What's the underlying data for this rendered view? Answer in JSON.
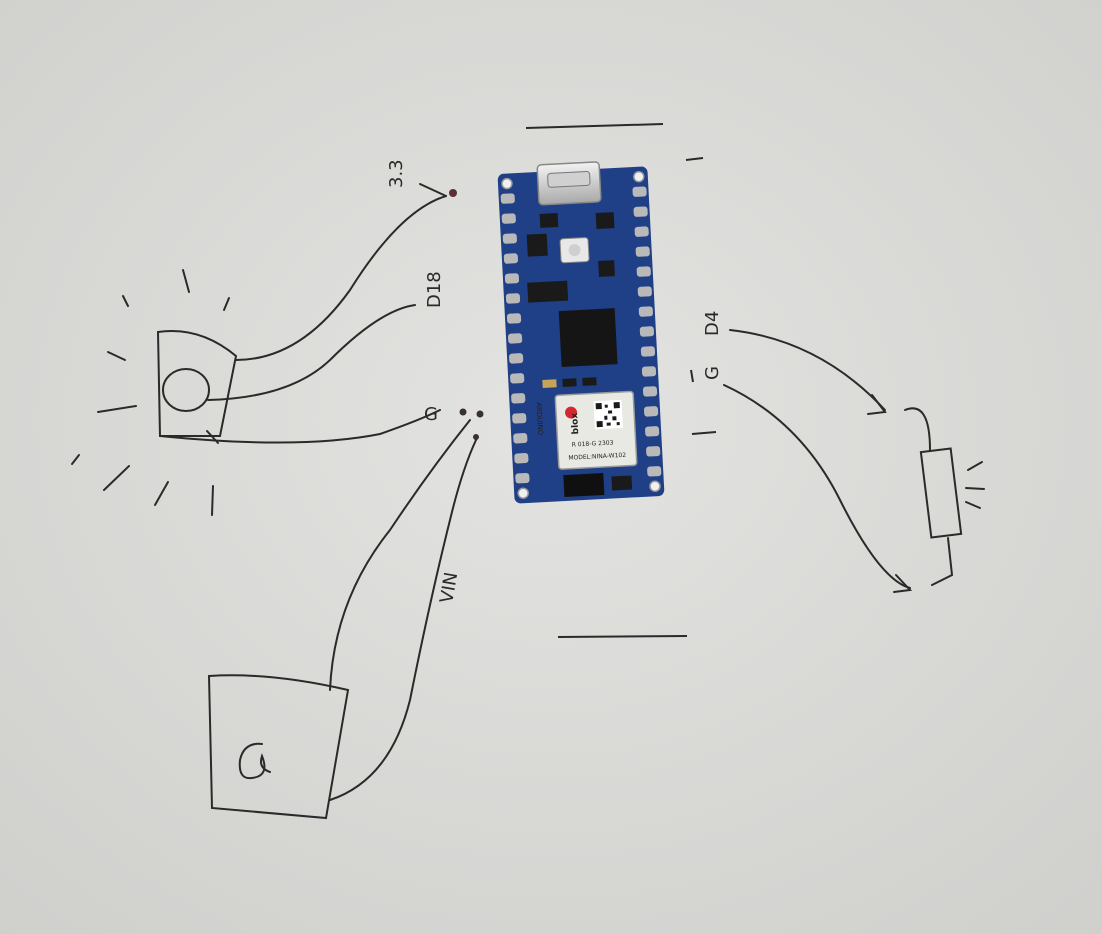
{
  "sketch": {
    "labels": {
      "v33": "3.3",
      "d18": "D18",
      "d4": "D4",
      "g_left": "G",
      "g_right": "G",
      "vin": "VIN"
    }
  },
  "board": {
    "brand": "ARDUINO",
    "module": {
      "maker": "blox",
      "model": "MODEL:NINA-W102",
      "code": "R 018-G 2303"
    }
  },
  "colors": {
    "paper": "#d9d9d7",
    "ink": "#2a2a2a",
    "pcb": "#1f3f86",
    "module": "#e9e9e4"
  }
}
